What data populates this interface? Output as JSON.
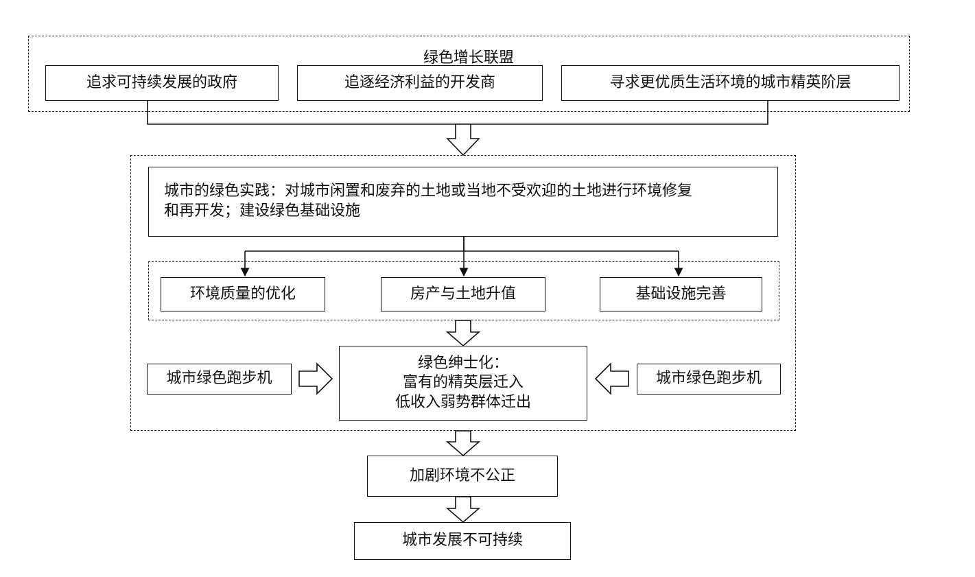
{
  "alliance": {
    "title": "绿色增长联盟",
    "members": [
      "追求可持续发展的政府",
      "追逐经济利益的开发商",
      "寻求更优质生活环境的城市精英阶层"
    ]
  },
  "practice": {
    "line1": "城市的绿色实践：对城市闲置和废弃的土地或当地不受欢迎的土地进行环境修复",
    "line2": "和再开发；建设绿色基础设施"
  },
  "effects": [
    "环境质量的优化",
    "房产与土地升值",
    "基础设施完善"
  ],
  "treadmill": {
    "left": "城市绿色跑步机",
    "right": "城市绿色跑步机"
  },
  "gentrification": {
    "title": "绿色绅士化：",
    "line2": "富有的精英层迁入",
    "line3": "低收入弱势群体迁出"
  },
  "injustice": "加剧环境不公正",
  "unsustainable": "城市发展不可持续"
}
